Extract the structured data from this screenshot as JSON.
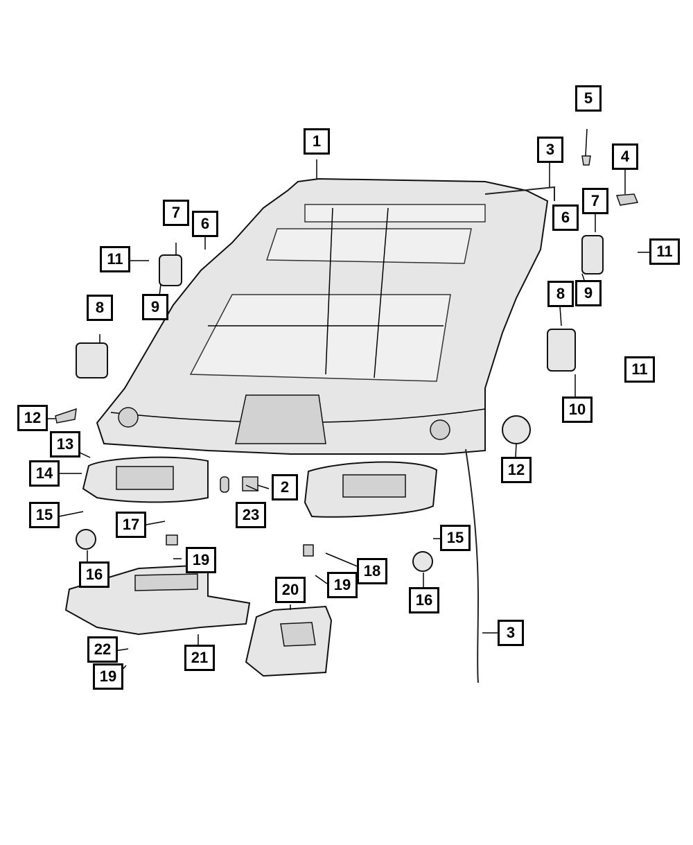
{
  "callouts": [
    {
      "id": "c1",
      "label": "1"
    },
    {
      "id": "c2",
      "label": "2"
    },
    {
      "id": "c3a",
      "label": "3"
    },
    {
      "id": "c3b",
      "label": "3"
    },
    {
      "id": "c4",
      "label": "4"
    },
    {
      "id": "c5",
      "label": "5"
    },
    {
      "id": "c6a",
      "label": "6"
    },
    {
      "id": "c6b",
      "label": "6"
    },
    {
      "id": "c7a",
      "label": "7"
    },
    {
      "id": "c7b",
      "label": "7"
    },
    {
      "id": "c8a",
      "label": "8"
    },
    {
      "id": "c8b",
      "label": "8"
    },
    {
      "id": "c9a",
      "label": "9"
    },
    {
      "id": "c9b",
      "label": "9"
    },
    {
      "id": "c10",
      "label": "10"
    },
    {
      "id": "c11a",
      "label": "11"
    },
    {
      "id": "c11b",
      "label": "11"
    },
    {
      "id": "c11c",
      "label": "11"
    },
    {
      "id": "c12a",
      "label": "12"
    },
    {
      "id": "c12b",
      "label": "12"
    },
    {
      "id": "c13",
      "label": "13"
    },
    {
      "id": "c14",
      "label": "14"
    },
    {
      "id": "c15a",
      "label": "15"
    },
    {
      "id": "c15b",
      "label": "15"
    },
    {
      "id": "c16a",
      "label": "16"
    },
    {
      "id": "c16b",
      "label": "16"
    },
    {
      "id": "c17",
      "label": "17"
    },
    {
      "id": "c18",
      "label": "18"
    },
    {
      "id": "c19a",
      "label": "19"
    },
    {
      "id": "c19b",
      "label": "19"
    },
    {
      "id": "c19c",
      "label": "19"
    },
    {
      "id": "c20",
      "label": "20"
    },
    {
      "id": "c21",
      "label": "21"
    },
    {
      "id": "c22",
      "label": "22"
    },
    {
      "id": "c23",
      "label": "23"
    }
  ]
}
